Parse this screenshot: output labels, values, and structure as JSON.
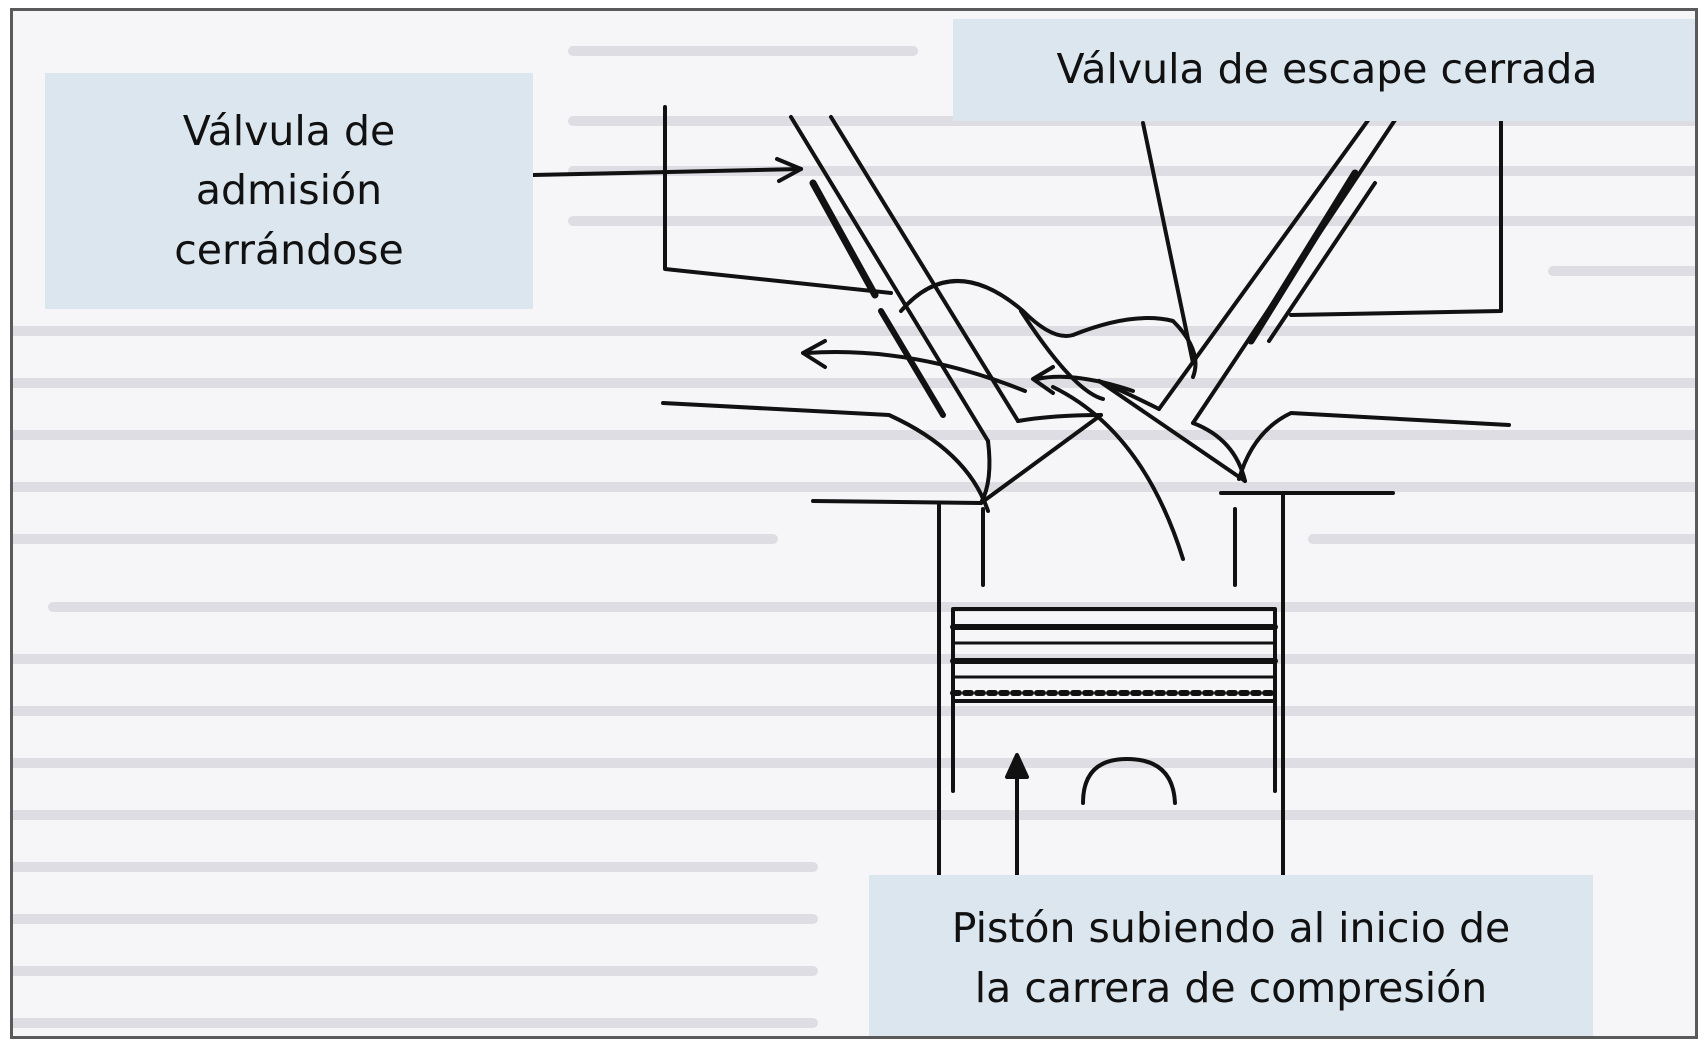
{
  "labels": {
    "intake_valve": "Válvula de\nadmisión\ncerrándose",
    "exhaust_valve": "Válvula de escape cerrada",
    "piston": "Pistón subiendo al inicio de\nla carrera de compresión"
  },
  "colors": {
    "label_bg": "#dbe6ef",
    "line": "#111111",
    "page_bg": "#f6f6f8"
  }
}
